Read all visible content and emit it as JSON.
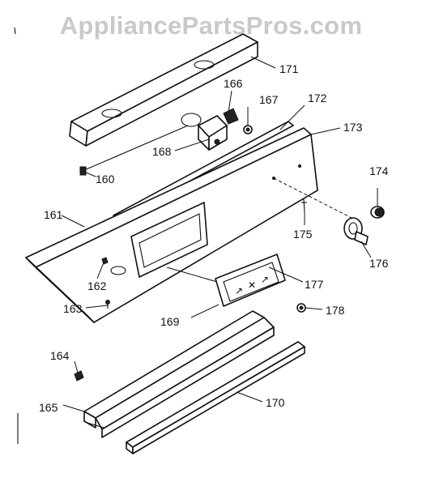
{
  "watermark": "AppliancePartsPros.com",
  "callouts": [
    {
      "id": "171",
      "label": "171"
    },
    {
      "id": "166",
      "label": "166"
    },
    {
      "id": "167",
      "label": "167"
    },
    {
      "id": "172",
      "label": "172"
    },
    {
      "id": "173",
      "label": "173"
    },
    {
      "id": "168",
      "label": "168"
    },
    {
      "id": "160",
      "label": "160"
    },
    {
      "id": "174",
      "label": "174"
    },
    {
      "id": "161",
      "label": "161"
    },
    {
      "id": "175",
      "label": "175"
    },
    {
      "id": "176",
      "label": "176"
    },
    {
      "id": "162",
      "label": "162"
    },
    {
      "id": "177",
      "label": "177"
    },
    {
      "id": "163",
      "label": "163"
    },
    {
      "id": "169",
      "label": "169"
    },
    {
      "id": "178",
      "label": "178"
    },
    {
      "id": "164",
      "label": "164"
    },
    {
      "id": "165",
      "label": "165"
    },
    {
      "id": "170",
      "label": "170"
    }
  ]
}
